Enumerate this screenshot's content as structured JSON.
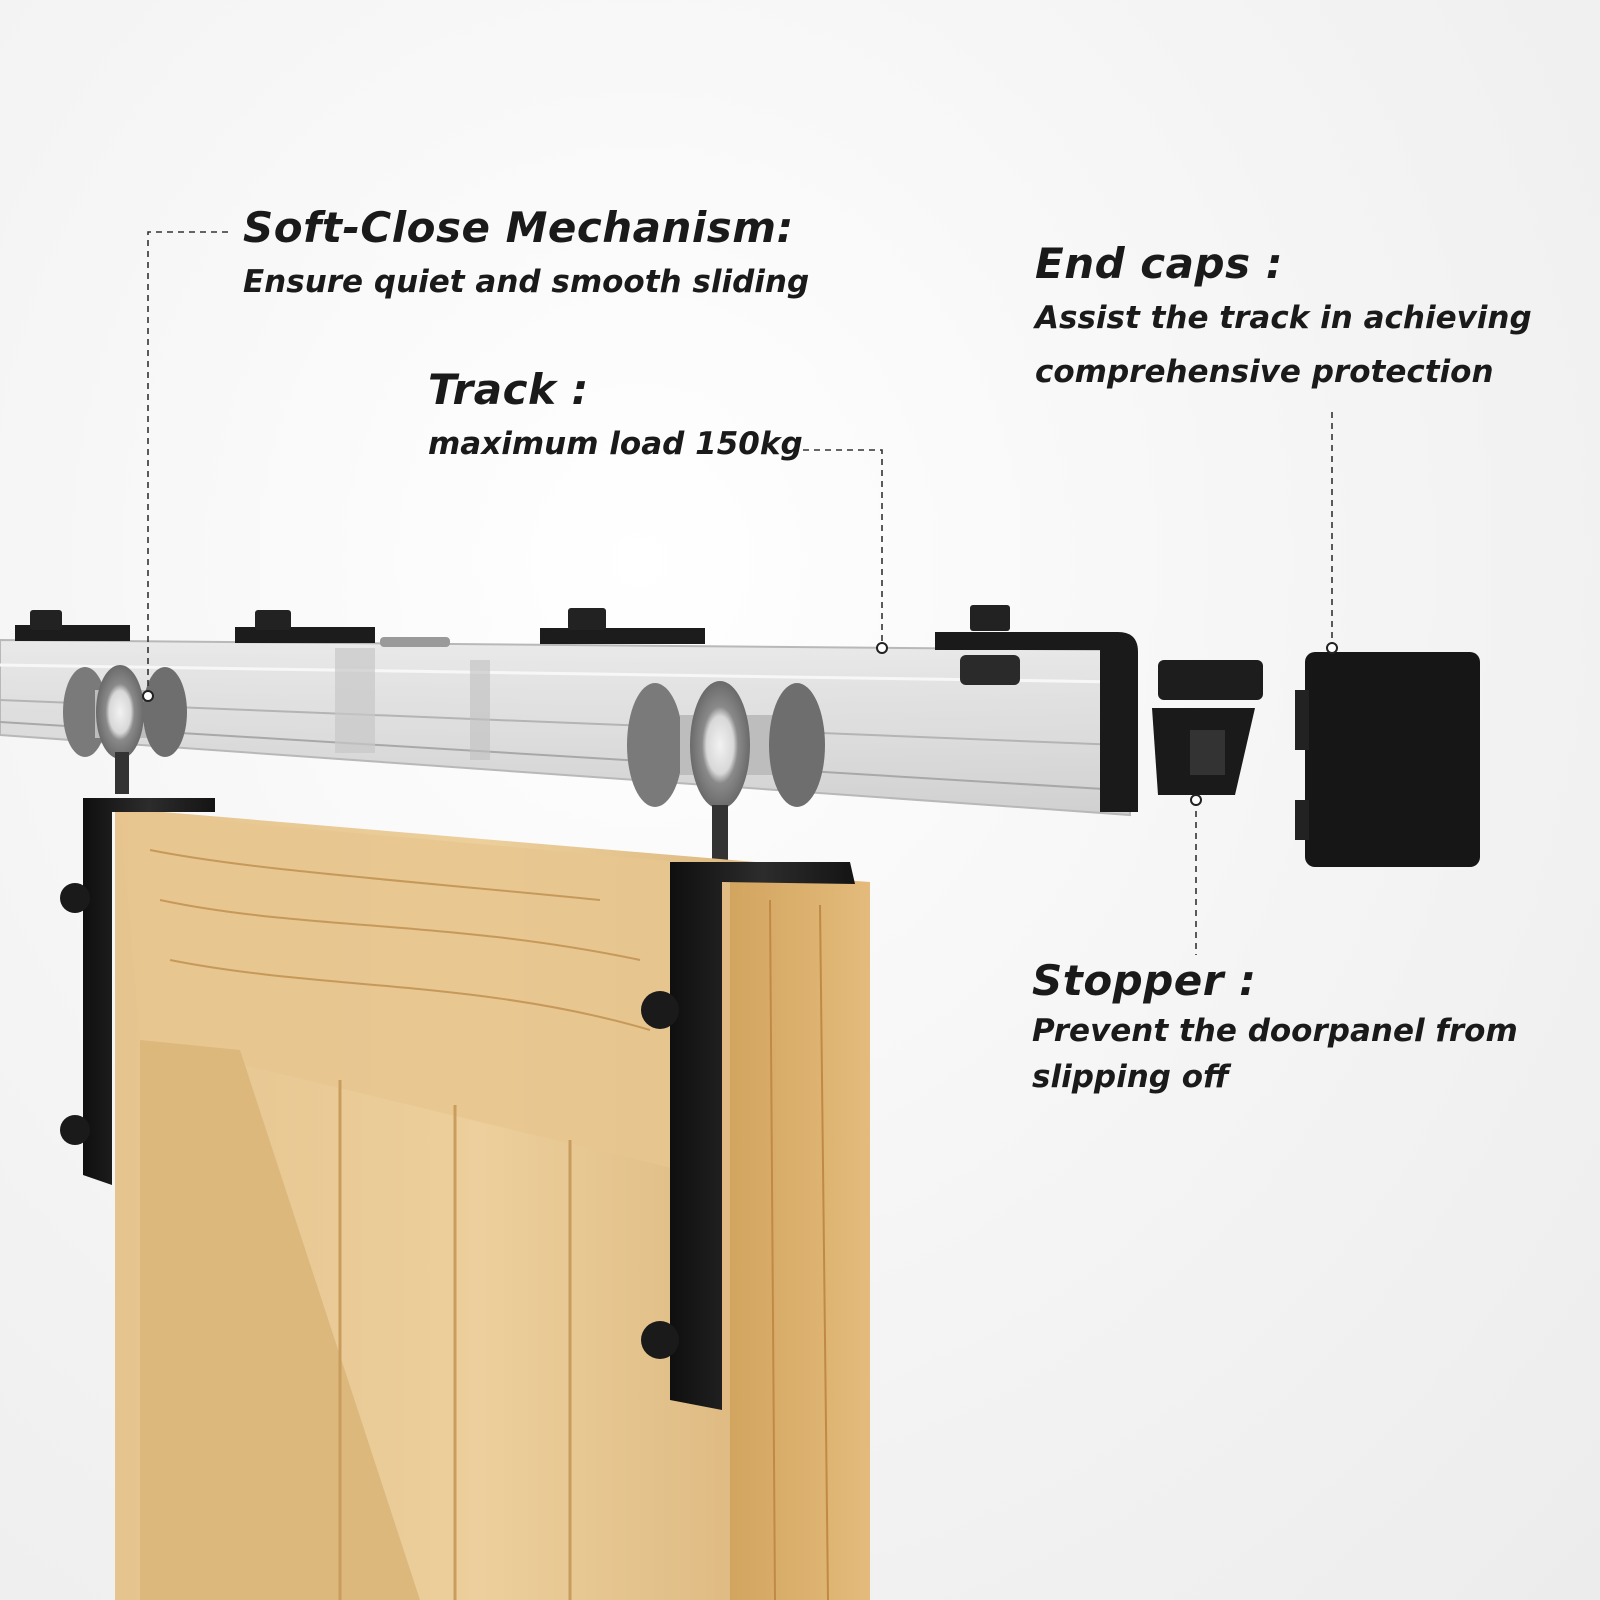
{
  "callouts": {
    "soft_close": {
      "title": "Soft-Close Mechanism:",
      "description": "Ensure quiet and smooth sliding"
    },
    "track": {
      "title": "Track :",
      "description": "maximum load 150kg"
    },
    "end_caps": {
      "title": "End caps :",
      "description_lines": [
        "Assist the track in achieving",
        "comprehensive protection"
      ]
    },
    "stopper": {
      "title": "Stopper :",
      "description_lines": [
        "Prevent the doorpanel from",
        "slipping off"
      ]
    }
  },
  "colors": {
    "background": "#f2f2f2",
    "text": "#1a1a1a",
    "hardware": "#1c1c1c",
    "wood": "#e3bf86",
    "track": "#dcdcdc"
  },
  "icons": [
    "roller-wheel-icon",
    "hex-bolt-icon",
    "end-cap-icon",
    "stopper-icon"
  ]
}
